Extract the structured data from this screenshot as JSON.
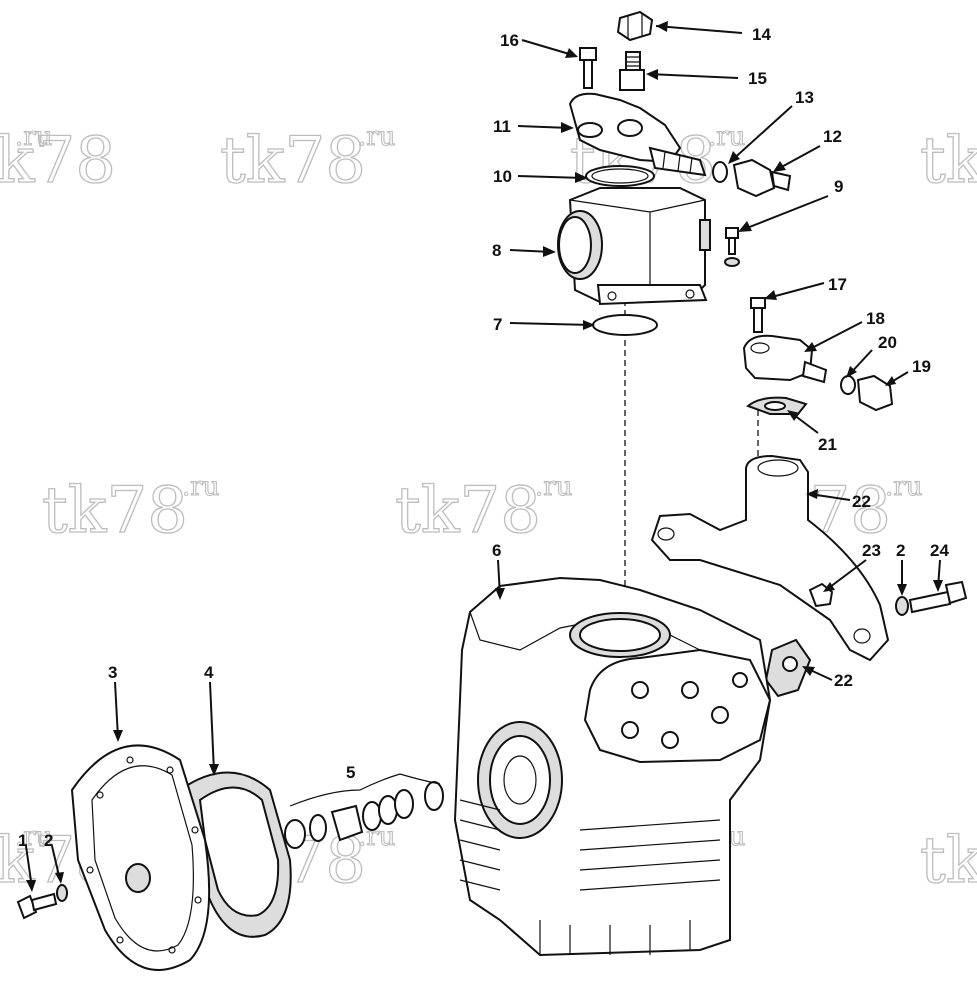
{
  "callouts": [
    {
      "id": "14",
      "label": "14"
    },
    {
      "id": "16",
      "label": "16"
    },
    {
      "id": "15",
      "label": "15"
    },
    {
      "id": "13",
      "label": "13"
    },
    {
      "id": "11",
      "label": "11"
    },
    {
      "id": "12",
      "label": "12"
    },
    {
      "id": "10",
      "label": "10"
    },
    {
      "id": "9",
      "label": "9"
    },
    {
      "id": "8",
      "label": "8"
    },
    {
      "id": "17",
      "label": "17"
    },
    {
      "id": "18",
      "label": "18"
    },
    {
      "id": "7",
      "label": "7"
    },
    {
      "id": "20",
      "label": "20"
    },
    {
      "id": "19",
      "label": "19"
    },
    {
      "id": "21",
      "label": "21"
    },
    {
      "id": "22a",
      "label": "22"
    },
    {
      "id": "6",
      "label": "6"
    },
    {
      "id": "23",
      "label": "23"
    },
    {
      "id": "2a",
      "label": "2"
    },
    {
      "id": "24",
      "label": "24"
    },
    {
      "id": "22b",
      "label": "22"
    },
    {
      "id": "3",
      "label": "3"
    },
    {
      "id": "4",
      "label": "4"
    },
    {
      "id": "5",
      "label": "5"
    },
    {
      "id": "1",
      "label": "1"
    },
    {
      "id": "2b",
      "label": "2"
    }
  ],
  "watermark": {
    "main": "tk78",
    "sup": ".ru"
  }
}
